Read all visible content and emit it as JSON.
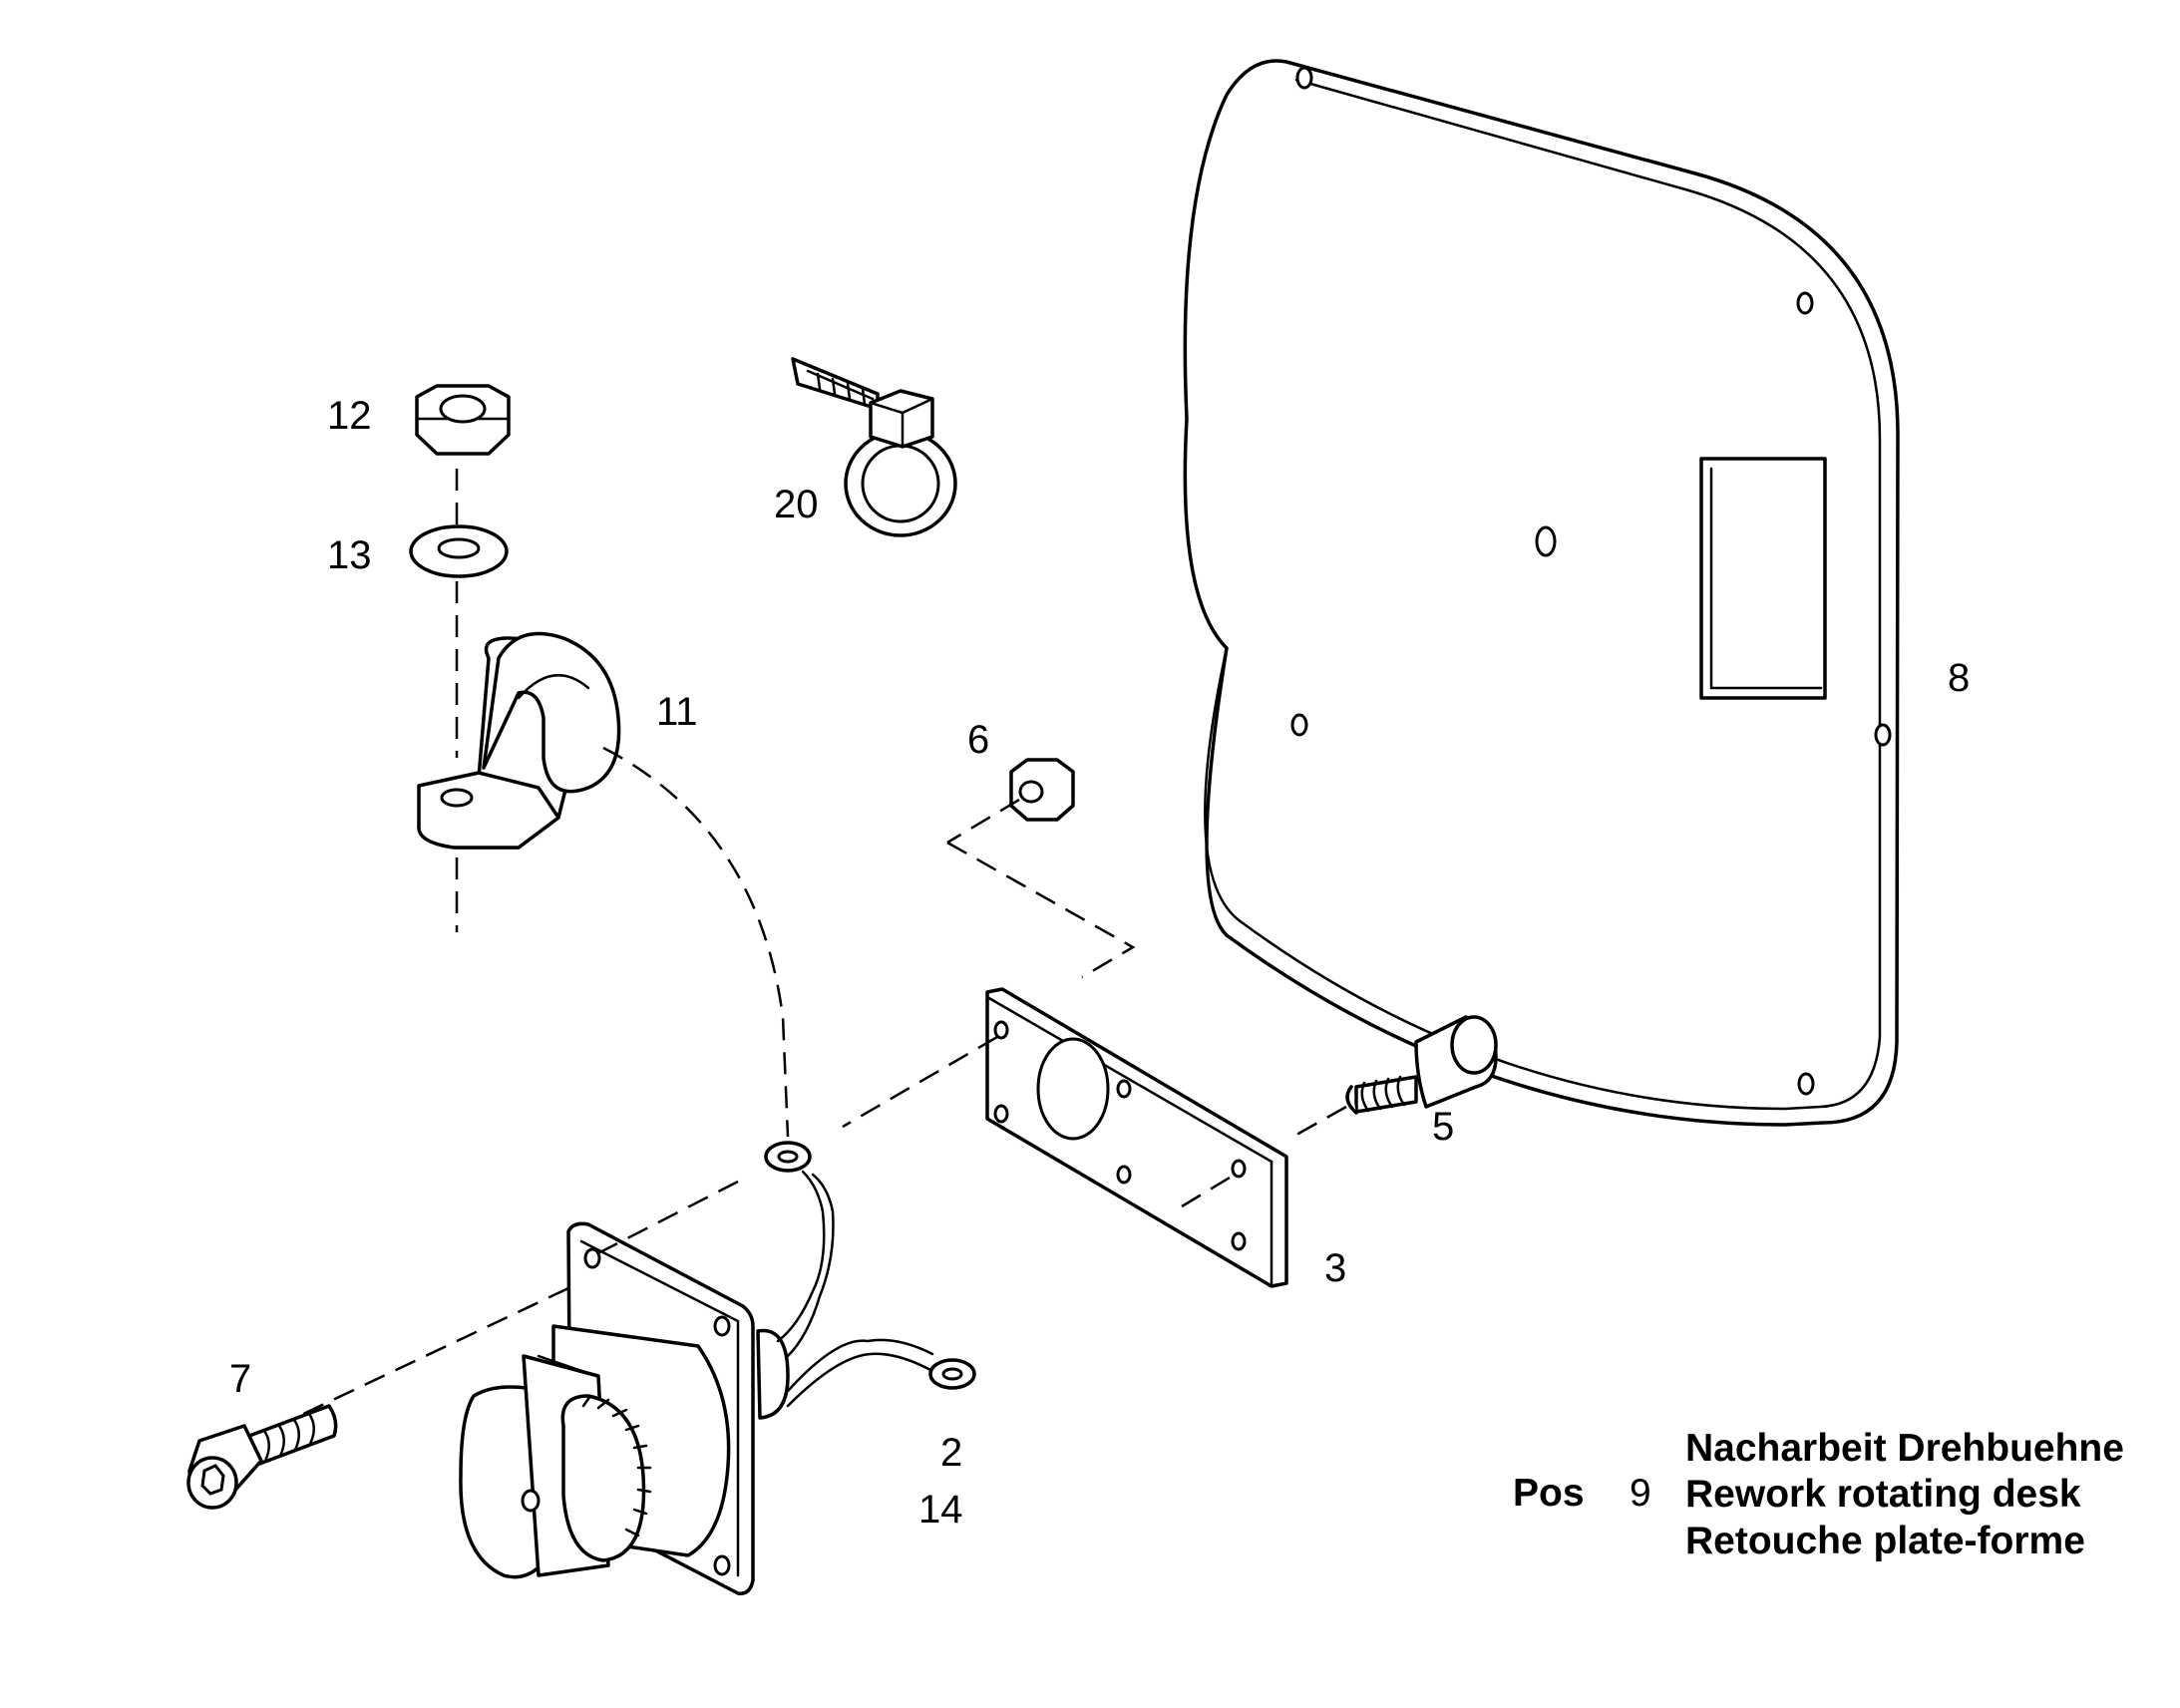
{
  "callouts": {
    "n12": "12",
    "n13": "13",
    "n20": "20",
    "n11": "11",
    "n6": "6",
    "n8": "8",
    "n5": "5",
    "n3": "3",
    "n7": "7",
    "n2": "2",
    "n14": "14"
  },
  "legend": {
    "pos_label": "Pos",
    "pos_number": "9",
    "line_de": "Nacharbeit Drehbuehne",
    "line_en": "Rework rotating desk",
    "line_fr": "Retouche plate-forme"
  }
}
